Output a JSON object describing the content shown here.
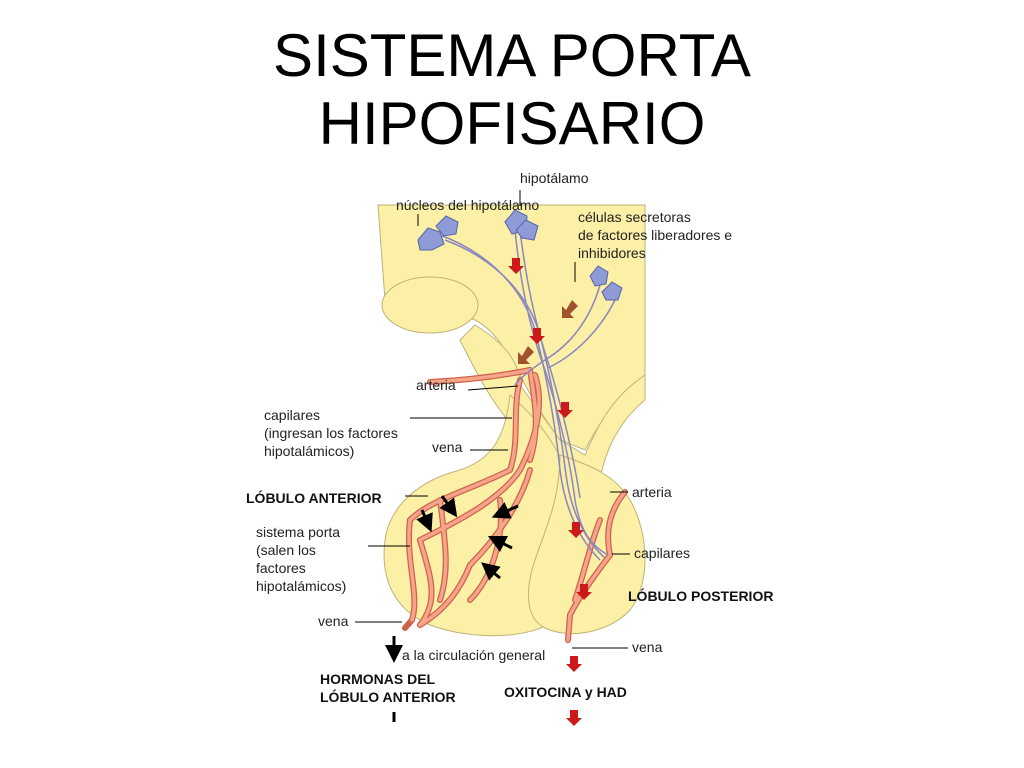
{
  "title": {
    "line1": "SISTEMA PORTA",
    "line2": "HIPOFISARIO"
  },
  "labels": {
    "hipotalamo": "hipotálamo",
    "nucleos": "núcleos del hipotálamo",
    "celulas_l1": "células secretoras",
    "celulas_l2": "de factores liberadores e",
    "celulas_l3": "inhibidores",
    "arteria_left": "arteria",
    "capilares_l1": "capilares",
    "capilares_l2": "(ingresan los factores",
    "capilares_l3": "hipotalámicos)",
    "vena_mid": "vena",
    "lobulo_anterior": "LÓBULO ANTERIOR",
    "porta_l1": "sistema porta",
    "porta_l2": "(salen los",
    "porta_l3": "factores",
    "porta_l4": "hipotalámicos)",
    "vena_left": "vena",
    "circulacion": "a la circulación general",
    "hormonas_l1": "HORMONAS DEL",
    "hormonas_l2": "LÓBULO ANTERIOR",
    "arteria_right": "arteria",
    "capilares_right": "capilares",
    "lobulo_posterior": "LÓBULO POSTERIOR",
    "vena_right": "vena",
    "oxitocina": "OXITOCINA y HAD"
  },
  "colors": {
    "tissue": "#fbf0a6",
    "tissue_edge": "#bdb37a",
    "vessel": "#f4a58a",
    "vessel_edge": "#d0614a",
    "nerve": "#8a86c0",
    "neuron": "#8f9bd6",
    "arrow_red": "#cc1a1a",
    "arrow_brown": "#a0522d"
  }
}
